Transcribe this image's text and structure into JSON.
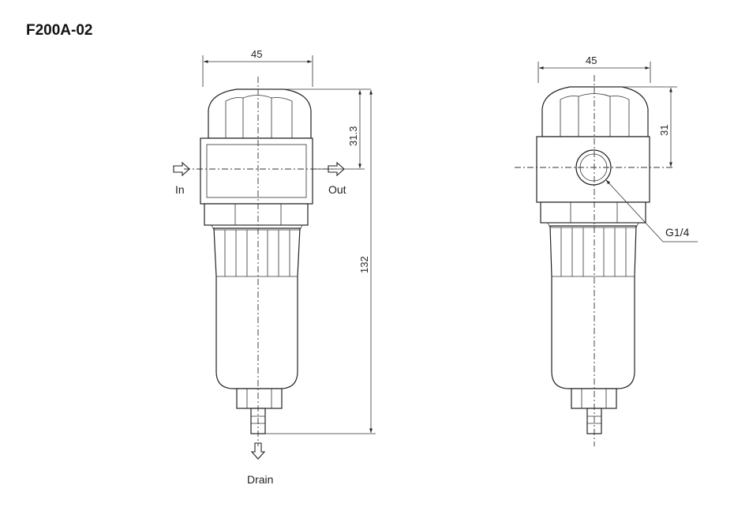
{
  "title": "F200A-02",
  "front_view": {
    "width_dim": "45",
    "upper_dim": "31.3",
    "height_dim": "132",
    "inlet_label": "In",
    "outlet_label": "Out",
    "drain_label": "Drain"
  },
  "side_view": {
    "width_dim": "45",
    "upper_dim": "31",
    "port_label": "G1/4"
  }
}
